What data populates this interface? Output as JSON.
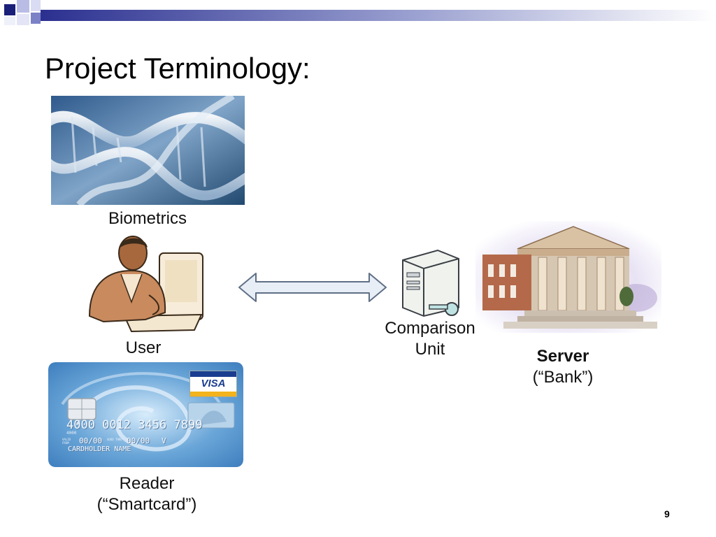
{
  "slide": {
    "title": "Project Terminology:",
    "page_number": "9"
  },
  "labels": {
    "biometrics": "Biometrics",
    "user": "User",
    "reader_line1": "Reader",
    "reader_line2": "(“Smartcard”)",
    "comparison_line1": "Comparison",
    "comparison_line2": "Unit",
    "server_line1": "Server",
    "server_line2": "(“Bank”)"
  },
  "card": {
    "brand": "VISA",
    "number": "4000 0012 3456 7899",
    "valid_from_prefix": "VALID FROM",
    "valid_from": "00/00",
    "good_thru_prefix": "GOOD THRU",
    "good_thru": "00/00",
    "suffix_letter": "V",
    "holder": "CARDHOLDER NAME",
    "code": "4000"
  },
  "colors": {
    "accent_navy": "#1a1f7a",
    "bar_gradient_start": "#2b3090",
    "bar_gradient_end": "#ffffff",
    "arrow_fill": "#e8eef6",
    "arrow_stroke": "#5f6f86"
  }
}
